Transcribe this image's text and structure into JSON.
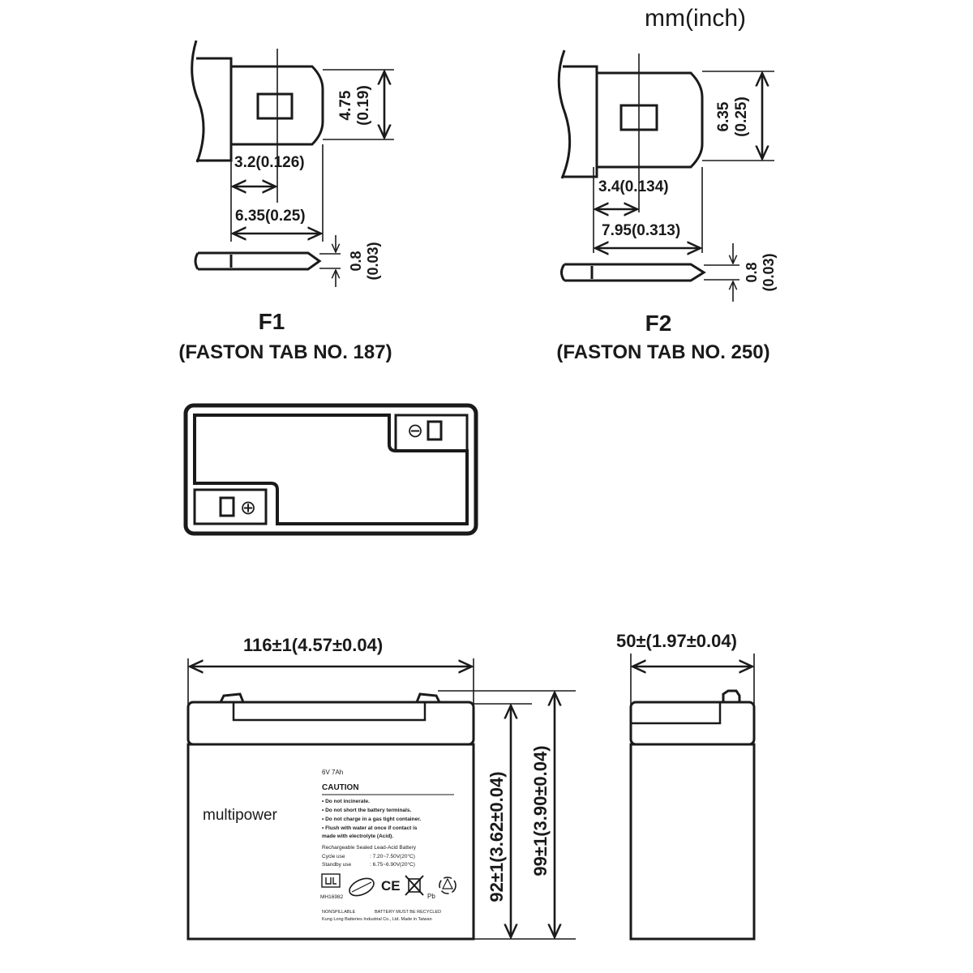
{
  "units_label": "mm(inch)",
  "f1": {
    "height_dim": "4.75",
    "height_dim_inch": "(0.19)",
    "hole_dim": "3.2(0.126)",
    "width_dim": "6.35(0.25)",
    "thickness_dim": "0.8",
    "thickness_dim_inch": "(0.03)",
    "title": "F1",
    "subtitle": "(FASTON TAB NO. 187)"
  },
  "f2": {
    "height_dim": "6.35",
    "height_dim_inch": "(0.25)",
    "hole_dim": "3.4(0.134)",
    "width_dim": "7.95(0.313)",
    "thickness_dim": "0.8",
    "thickness_dim_inch": "(0.03)",
    "title": "F2",
    "subtitle": "(FASTON TAB NO. 250)"
  },
  "top_view": {
    "negative_symbol": "⊖",
    "positive_symbol": "⊕"
  },
  "front_view": {
    "length_dim": "116±1(4.57±0.04)",
    "height_dim": "92±1(3.62±0.04)",
    "total_height_dim": "99±1(3.90±0.04)",
    "brand": "multipower",
    "label": {
      "rating": "6V 7Ah",
      "caution_title": "CAUTION",
      "caution_lines": [
        "• Do not incinerate.",
        "• Do not short the battery terminals.",
        "• Do not charge in a gas tight container.",
        "• Flush with water at once if contact is",
        "  made with electrolyte (Acid)."
      ],
      "battery_type": "Rechargeable Sealed Lead-Acid Battery",
      "cycle_use_label": "Cycle use",
      "cycle_use_value": ": 7.20~7.50V(20°C)",
      "standby_use_label": "Standby use",
      "standby_use_value": ": 6.75~6.90V(20°C)",
      "ul_code": "MH16982",
      "nonspillable": "NONSPILLABLE",
      "recycle_note": "BATTERY MUST BE RECYCLED",
      "manufacturer": "Kung Long Batteries Industrial Co., Ltd. Made in Taiwan",
      "ce_mark": "CE",
      "pb_mark": "Pb"
    }
  },
  "side_view": {
    "width_dim": "50±(1.97±0.04)"
  }
}
